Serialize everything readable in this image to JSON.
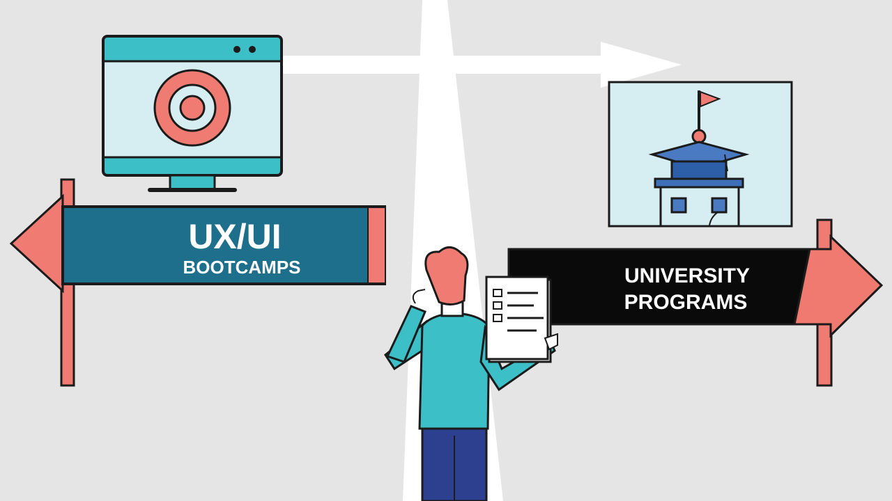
{
  "left_sign": {
    "line1": "UX/UI",
    "line2": "BOOTCAMPS",
    "color": "#1e6f8c",
    "pointer_color": "#ef7b72"
  },
  "right_sign": {
    "line1": "UNIVERSITY",
    "line2": "PROGRAMS",
    "color": "#0a0a0a",
    "pointer_color": "#f07a70"
  },
  "icons": {
    "monitor": "monitor-target-icon",
    "school": "university-building-icon",
    "checklist": "checklist-icon"
  },
  "palette": {
    "background": "#e5e5e5",
    "teal": "#3cbfc6",
    "light_blue": "#d6eef1",
    "coral": "#ef7b72",
    "navy": "#2d3f8f",
    "road": "#ffffff"
  }
}
